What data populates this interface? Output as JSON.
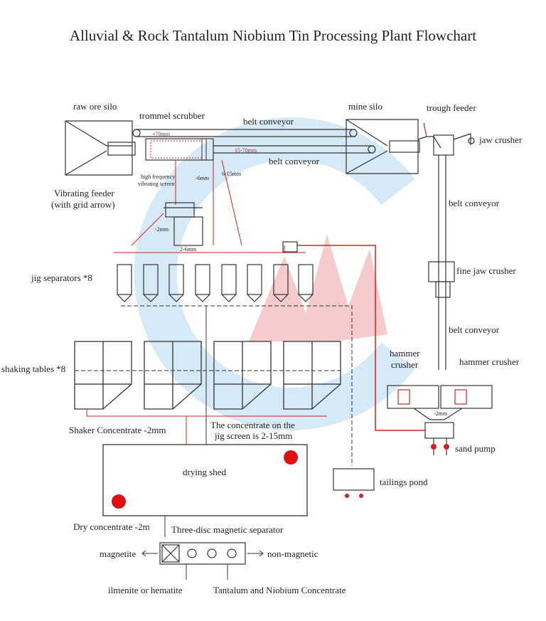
{
  "title": "Alluvial & Rock Tantalum Niobium Tin Processing Plant Flowchart",
  "labels": {
    "raw_ore_silo": "raw ore silo",
    "trommel_scrubber": "trommel scrubber",
    "belt_conveyor_top": "belt conveyor",
    "belt_conveyor_second": "belt conveyor",
    "mine_silo": "mine silo",
    "trough_feeder": "trough feeder",
    "jaw_crusher": "jaw crusher",
    "high_frequency_screen_line1": "high frequency",
    "high_frequency_screen_line2": "vibrating screen",
    "vibrating_feeder_line1": "Vibrating feeder",
    "vibrating_feeder_line2": "(with grid arrow)",
    "belt_conveyor_right1": "belt conveyor",
    "fine_jaw_crusher": "fine jaw crusher",
    "belt_conveyor_right2": "belt conveyor",
    "jig_separators": "jig separators *8",
    "shaking_tables": "shaking tables *8",
    "hammer_crusher_left_line1": "hammer",
    "hammer_crusher_left_line2": "crusher",
    "hammer_crusher_right": "hammer crusher",
    "shaker_concentrate": "Shaker Concentrate -2mm",
    "jig_concentrate_line1": "The concentrate on the",
    "jig_concentrate_line2": "jig screen is 2-15mm",
    "sand_pump": "sand pump",
    "drying_shed": "drying shed",
    "tailings_pond": "tailings pond",
    "dry_concentrate": "Dry concentrate -2m",
    "three_disc": "Three-disc magnetic separator",
    "magnetite": "magnetite",
    "non_magnetic": "non-magnetic",
    "ilmenite": "ilmenite or hematite",
    "ta_nb_concentrate": "Tantalum and Niobium Concentrate"
  },
  "dims": {
    "plus_70": "+70mm",
    "range_15_70": "15-70mm",
    "minus_6": "-6mm",
    "range_6_15": "6-15mm",
    "minus_2": "-2mm",
    "range_2_6": "2-6mm",
    "minus_2_hammer": "-2mm"
  },
  "colors": {
    "line_dark": "#333333",
    "flow_red": "#d62020",
    "heater_red": "#e01010",
    "watermark_blue": "#5aa8e0",
    "watermark_red": "#e04040"
  }
}
